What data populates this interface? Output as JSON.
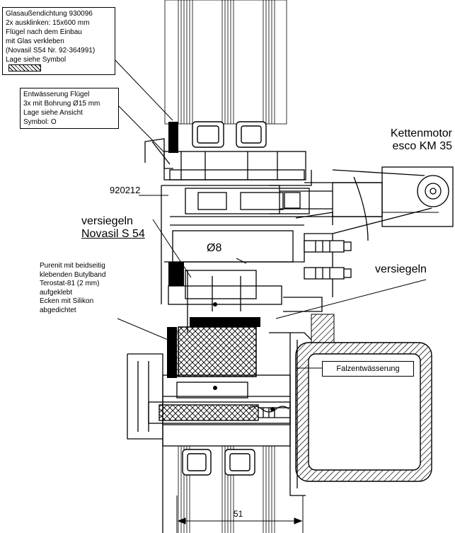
{
  "note_glass": {
    "lines": [
      "Glasaußendichtung 930096",
      "2x ausklinken: 15x600 mm",
      "Flügel nach dem Einbau",
      "mit Glas verkleben",
      "(Novasil S54 Nr. 92-364991)",
      "Lage siehe Symbol"
    ]
  },
  "note_drain": {
    "lines": [
      "Entwässerung Flügel",
      "3x mit Bohrung Ø15 mm",
      "Lage siehe Ansicht",
      "Symbol: O"
    ]
  },
  "motor": {
    "line1": "Kettenmotor",
    "line2": "esco KM 35"
  },
  "profile_no": "920212",
  "seal_left": {
    "line1": "versiegeln",
    "line2": "Novasil S 54"
  },
  "drill": "Ø8",
  "seal_right": "versiegeln",
  "note_purenit": {
    "lines": [
      "Purenit mit beidseitig",
      "klebenden Butylband",
      "Terostat-81 (2 mm)",
      "aufgeklebt",
      "Ecken mit Silikon",
      "abgedichtet"
    ]
  },
  "falz_label": "Falzentwässerung",
  "dimension": "51"
}
